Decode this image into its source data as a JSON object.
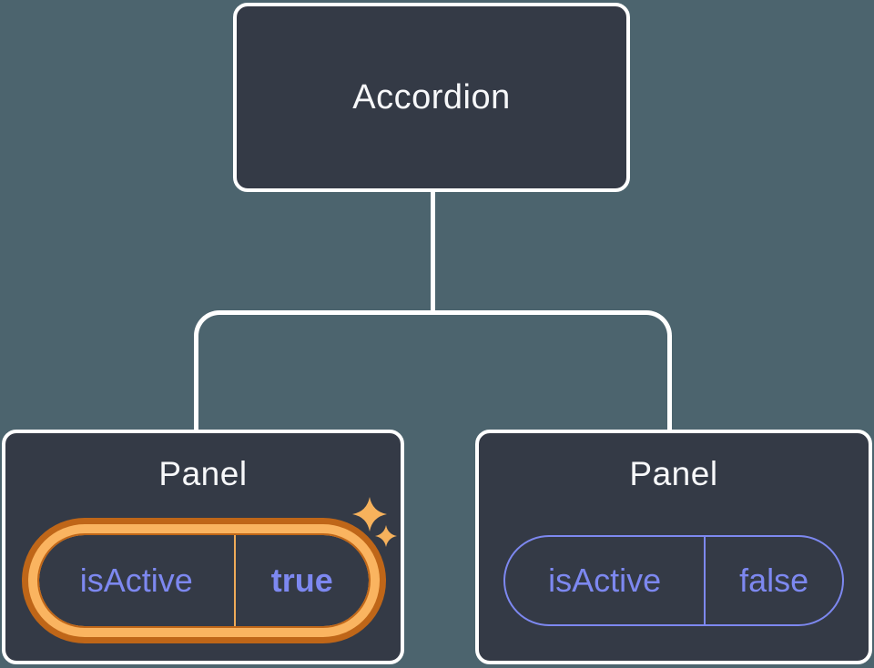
{
  "tree": {
    "root": {
      "label": "Accordion"
    },
    "children": [
      {
        "label": "Panel",
        "state": {
          "key": "isActive",
          "value": "true"
        },
        "highlighted": true,
        "sparkles": true
      },
      {
        "label": "Panel",
        "state": {
          "key": "isActive",
          "value": "false"
        },
        "highlighted": false,
        "sparkles": false
      }
    ]
  },
  "colors": {
    "background": "#4C646E",
    "node_fill": "#343A46",
    "node_border": "#FFFFFF",
    "title_text": "#F7F8FA",
    "state_text": "#7D88F0",
    "state_border": "#7D88F0",
    "highlight_light_orange": "#FAB460",
    "highlight_dark_orange": "#BF6618",
    "sparkle_orange": "#F7B25C"
  }
}
